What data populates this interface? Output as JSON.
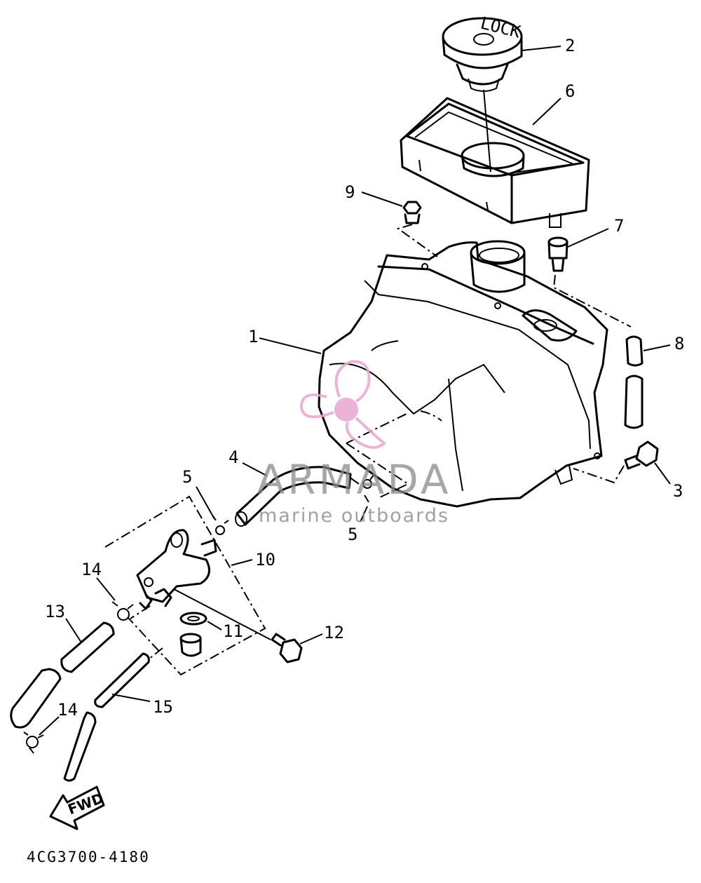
{
  "diagram": {
    "code": "4CG3700-4180",
    "fwd_label": "FWD",
    "cap_text": "LOCK",
    "watermark": {
      "title": "ARMADA",
      "subtitle": "marine outboards",
      "color": "#e8a8cf"
    },
    "callouts": {
      "c1": "1",
      "c2": "2",
      "c3": "3",
      "c4": "4",
      "c5a": "5",
      "c5b": "5",
      "c6": "6",
      "c7": "7",
      "c8": "8",
      "c9": "9",
      "c10": "10",
      "c11": "11",
      "c12": "12",
      "c13": "13",
      "c14a": "14",
      "c14b": "14",
      "c15": "15"
    }
  }
}
